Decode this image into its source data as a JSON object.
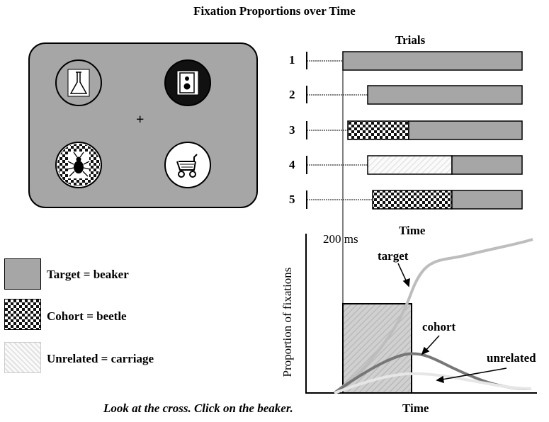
{
  "title": "Fixation Proportions over Time",
  "display": {
    "fixation_cross": "+",
    "pictures": [
      {
        "id": "beaker",
        "icon": "beaker-icon",
        "background": "#a6a6a6"
      },
      {
        "id": "speaker",
        "icon": "speaker-icon",
        "background": "#111111"
      },
      {
        "id": "beetle",
        "icon": "beetle-icon",
        "background": "checker"
      },
      {
        "id": "carriage",
        "icon": "carriage-icon",
        "background": "#ffffff"
      }
    ]
  },
  "trials": {
    "title": "Trials",
    "rows": [
      {
        "label": "1"
      },
      {
        "label": "2"
      },
      {
        "label": "3"
      },
      {
        "label": "4"
      },
      {
        "label": "5"
      }
    ]
  },
  "time_label_top": "Time",
  "plot": {
    "onset_label": "200 ms",
    "ylabel": "Proportion of fixations",
    "xlabel": "Time",
    "curves": [
      {
        "name": "target",
        "color": "#bdbdbd"
      },
      {
        "name": "cohort",
        "color": "#777777"
      },
      {
        "name": "unrelated",
        "color": "#e0e0e0"
      }
    ]
  },
  "legend": [
    {
      "pattern": "solid",
      "label": "Target = beaker"
    },
    {
      "pattern": "checker",
      "label": "Cohort = beetle"
    },
    {
      "pattern": "hatch",
      "label": "Unrelated = carriage"
    }
  ],
  "instruction": "Look at the cross. Click on the  beaker.",
  "colors": {
    "target": "#a6a6a6",
    "panel": "#a6a6a6"
  }
}
